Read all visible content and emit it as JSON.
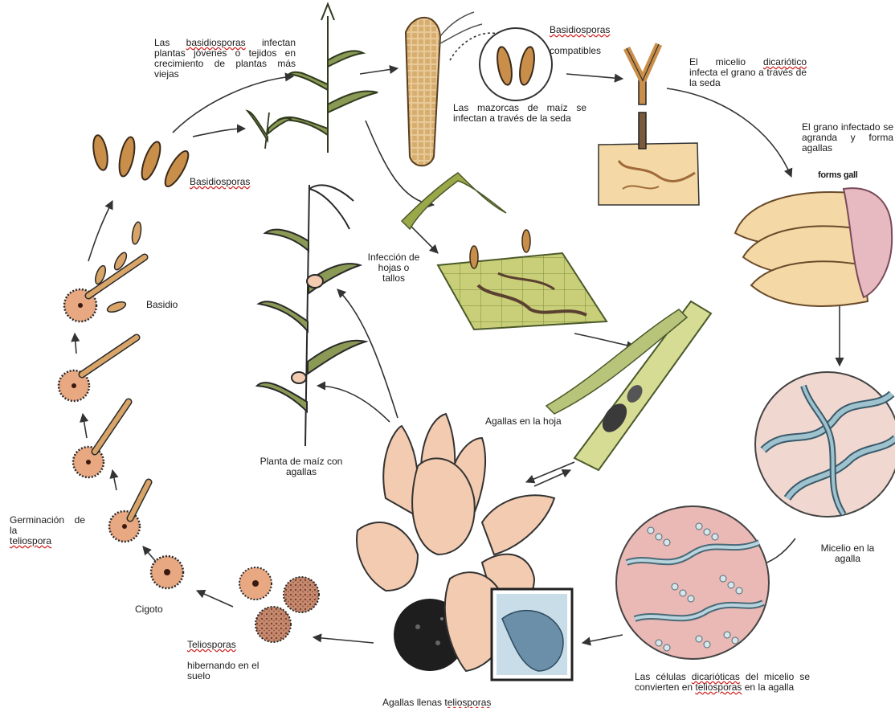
{
  "labels": {
    "basidiosporas_infectan": {
      "pre": "Las ",
      "term": "basidiosporas",
      "post": " infectan plantas jóvenes o tejidos en crecimiento de plantas más viejas"
    },
    "basidiosporas_compatibles": {
      "term": "Basidiosporas",
      "post": "compatibles"
    },
    "micelio_dicariotico": {
      "pre": "El micelio ",
      "term": "dicariótico",
      "post": " infecta el grano a través de la seda"
    },
    "mazorcas": "Las mazorcas de maíz se infectan a través de la seda",
    "grano_infectado": "El grano infectado se agranda y forma agallas",
    "forms_gall": "forms gall",
    "basidiosporas": "Basidiosporas",
    "basidio": "Basidio",
    "infeccion_hojas": "Infección de hojas o tallos",
    "agallas_hoja": "Agallas en la hoja",
    "planta_maiz": "Planta de maíz con agallas",
    "germinacion": {
      "pre": "Germinación de la",
      "term": "teliospora"
    },
    "micelio_agalla": "Micelio en la agalla",
    "cigoto": "Cigoto",
    "teliosporas_suelo": {
      "term": "Teliosporas",
      "post": "hibernando en el suelo"
    },
    "celulas_dicarioticas": {
      "pre": "Las células ",
      "term": "dicarióticas",
      "mid": " del micelio se convierten en ",
      "term2": "teliosporas",
      "post": " en la agalla"
    },
    "agallas_llenas": {
      "pre": "Agallas llenas ",
      "term": "teliosporas"
    }
  },
  "colors": {
    "spore": "#c98f4a",
    "spore_dark": "#3a2a1a",
    "gall": "#f2cbb0",
    "leaf_green": "#9aa84a",
    "kernel_tan": "#f4d9a6",
    "hyphae_blue": "#9fc2cf",
    "cell_pink": "#eab9b5",
    "inset_blue": "#6b8fa8"
  }
}
